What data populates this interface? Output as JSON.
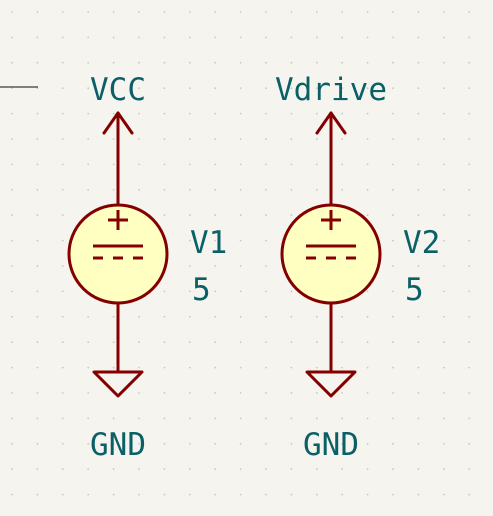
{
  "schematic": {
    "colors": {
      "background": "#f5f4ef",
      "grid_dot": "#c9c8c2",
      "wire": "#840000",
      "symbol_fill": "#ffffc2",
      "label_text": "#0a6066"
    },
    "sources": [
      {
        "ref": "V1",
        "value": "5",
        "power_net": "VCC",
        "ground_net": "GND",
        "symbol": "dc-voltage-source-icon"
      },
      {
        "ref": "V2",
        "value": "5",
        "power_net": "Vdrive",
        "ground_net": "GND",
        "symbol": "dc-voltage-source-icon"
      }
    ]
  }
}
